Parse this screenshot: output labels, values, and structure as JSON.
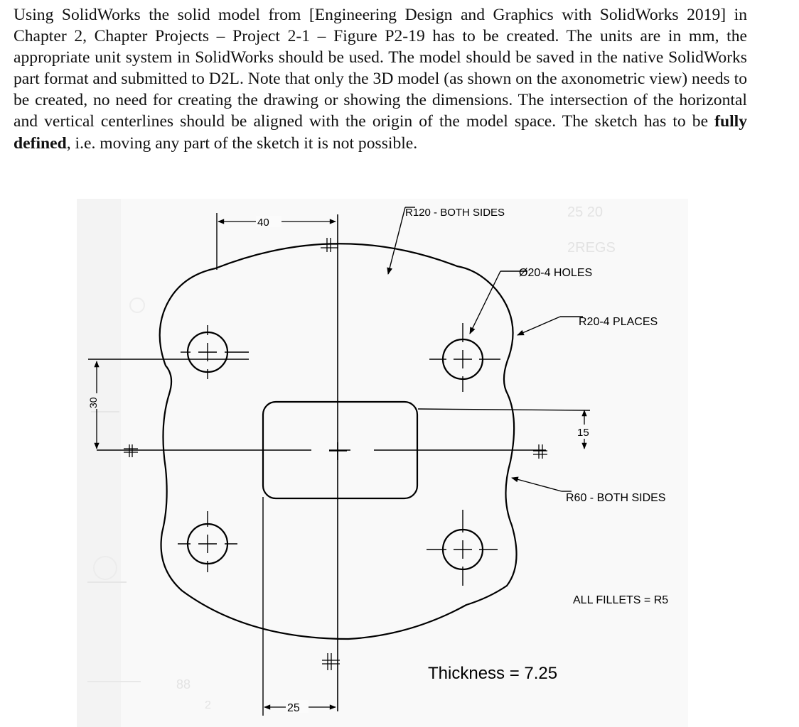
{
  "instructions": {
    "part1": "Using SolidWorks the solid model from [Engineering Design and Graphics with SolidWorks 2019] in Chapter 2, Chapter Projects – Project 2-1 – Figure P2-19 has to be created. The units are in mm, the appropriate unit system in SolidWorks should be used. The model should be saved in the native SolidWorks part format and submitted to D2L. Note that only the 3D model (as shown on the axonometric view) needs to be created, no need for creating the drawing or showing the dimensions. The intersection of the horizontal and vertical centerlines should be aligned with the origin of the model space. The sketch has to be ",
    "bold": "fully defined",
    "part2": ", i.e. moving any part of the sketch it is not possible."
  },
  "drawing": {
    "callouts": {
      "r120": "R120 - BOTH SIDES",
      "holes": "Ø20-4 HOLES",
      "r20": "R20-4 PLACES",
      "r60": "R60 - BOTH SIDES",
      "fillets": "ALL FILLETS = R5",
      "thickness": "Thickness = 7.25"
    },
    "dimensions": {
      "d40": "40",
      "d30": "30",
      "d15": "15",
      "d25": "25"
    }
  }
}
